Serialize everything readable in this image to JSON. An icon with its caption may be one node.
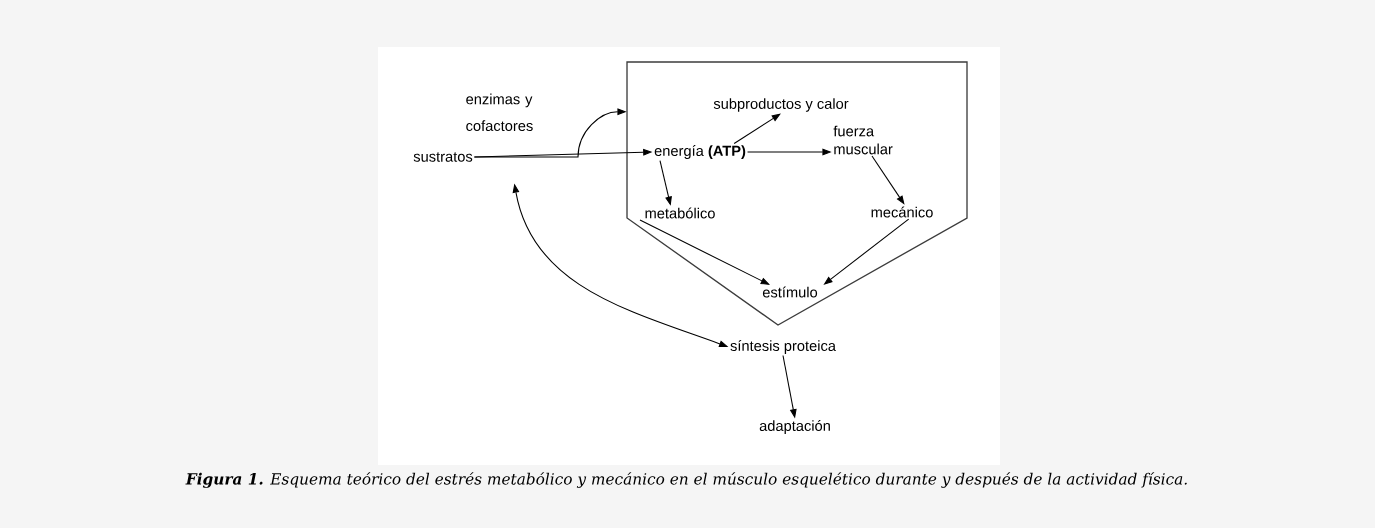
{
  "diagram": {
    "caption": "**Figura 1.** Esquema teórico del estrés metabólico y mecánico en el músculo esquelético durante y después de la actividad física.",
    "nodes": [
      {
        "text": [],
        "shape": "pentagon"
      },
      {
        "text": [
          "sustratos"
        ]
      },
      {
        "text": [
          "energía **(ATP)**"
        ],
        "in": 0
      },
      {
        "text": [
          "subproductos y calor"
        ],
        "in": 0
      },
      {
        "text": [
          "fuerza muscular"
        ],
        "in": 0
      },
      {
        "text": [
          "metabólico"
        ],
        "in": 0
      },
      {
        "text": [
          "mecánico"
        ],
        "in": 0
      },
      {
        "text": [
          "estímulo"
        ],
        "in": 0
      },
      {
        "text": [
          "síntesis proteica"
        ]
      },
      {
        "text": [
          "adaptación"
        ]
      }
    ],
    "edges": [
      {
        "from": 1,
        "to": 2,
        "arrow": "to"
      },
      {
        "from": 1,
        "to": 0,
        "arrow": "to"
      },
      {
        "from": 2,
        "to": 3,
        "arrow": "to"
      },
      {
        "from": 2,
        "to": 4,
        "arrow": "to"
      },
      {
        "from": 2,
        "to": 5,
        "arrow": "to"
      },
      {
        "from": 4,
        "to": 6,
        "arrow": "to"
      },
      {
        "from": 5,
        "to": 7,
        "arrow": "to"
      },
      {
        "from": 6,
        "to": 7,
        "arrow": "to"
      },
      {
        "from": 8,
        "to": 9,
        "arrow": "to"
      },
      {
        "from": 1,
        "to": 8,
        "arrow": "both"
      }
    ],
    "labels": [
      "enzimas y cofactores"
    ]
  }
}
